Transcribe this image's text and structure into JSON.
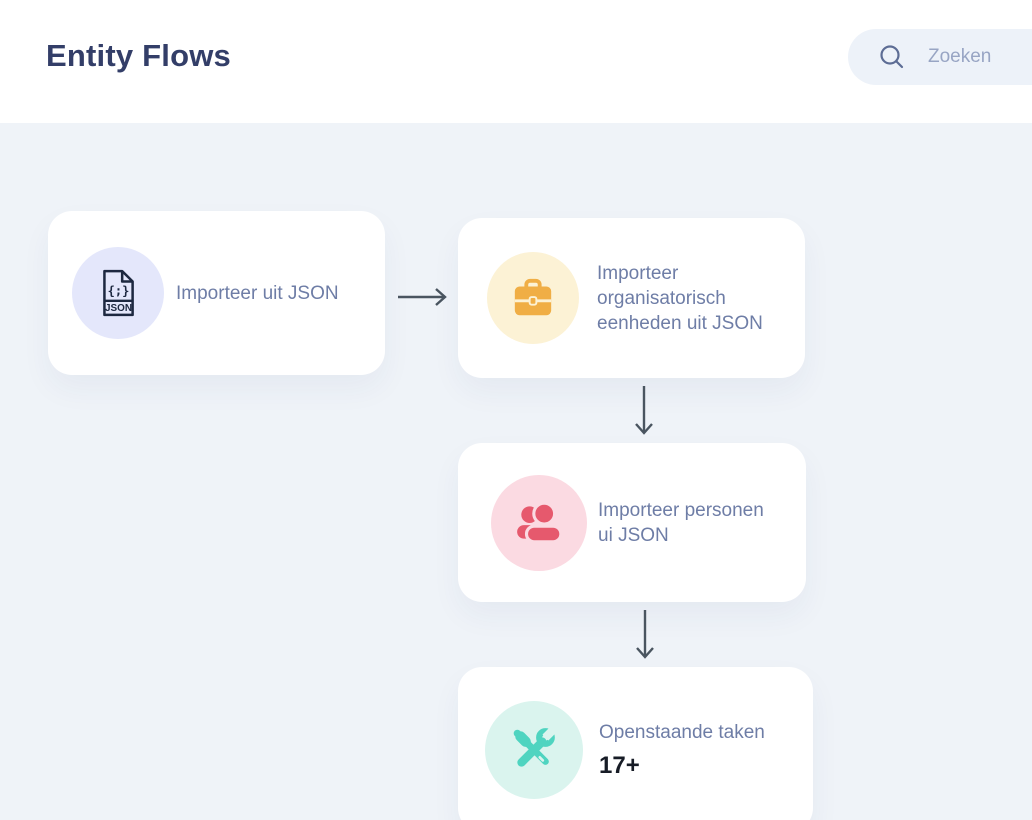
{
  "header": {
    "title": "Entity Flows",
    "search": {
      "placeholder": "Zoeken"
    }
  },
  "flow": {
    "nodes": [
      {
        "id": "import-json",
        "label": "Importeer uit JSON",
        "icon": "json-file-icon",
        "icon_text_braces": "{;}",
        "icon_text_label": "JSON",
        "icon_bg": "#e4e7fb",
        "icon_color": "#1d2840"
      },
      {
        "id": "import-org",
        "label": "Importeer organisatorisch eenheden uit JSON",
        "icon": "briefcase-icon",
        "icon_bg": "#fcf2d5",
        "icon_color": "#f0ae45"
      },
      {
        "id": "import-persons",
        "label": "Importeer personen ui JSON",
        "icon": "people-icon",
        "icon_bg": "#fbdae2",
        "icon_color": "#e6596d"
      },
      {
        "id": "open-tasks",
        "label": "Openstaande taken",
        "count_badge": "17+",
        "icon": "tools-icon",
        "icon_bg": "#daf4ee",
        "icon_color": "#4fd4c0"
      }
    ],
    "connections": [
      {
        "from": "import-json",
        "to": "import-org",
        "direction": "right"
      },
      {
        "from": "import-org",
        "to": "import-persons",
        "direction": "down"
      },
      {
        "from": "import-persons",
        "to": "open-tasks",
        "direction": "down"
      }
    ]
  },
  "colors": {
    "page_background": "#eff3f8",
    "header_background": "#ffffff",
    "title_text": "#333e68",
    "card_background": "#ffffff",
    "label_text": "#6e7da6",
    "badge_text": "#171c26",
    "arrow": "#4a5560",
    "search_pill_background": "#edf2f9",
    "search_placeholder_text": "#98a5c4",
    "search_icon": "#5d6d95"
  }
}
